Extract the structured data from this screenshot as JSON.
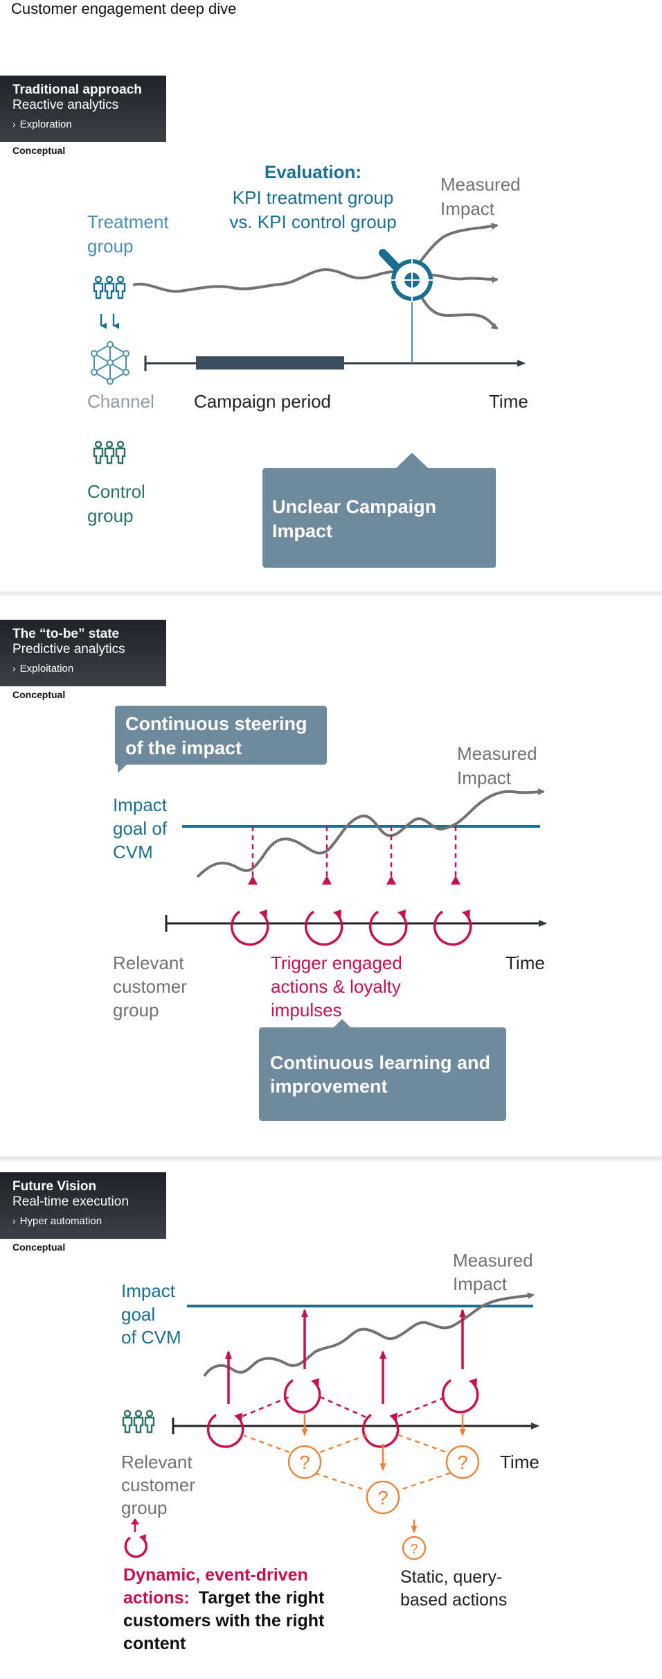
{
  "page_title": "Customer engagement deep dive",
  "panels": [
    {
      "tag_title": "Traditional approach",
      "tag_subtitle": "Reactive analytics",
      "tag_mode": "Exploration",
      "conceptual": "Conceptual",
      "evaluation_title": "Evaluation:",
      "evaluation_line1": "KPI treatment group",
      "evaluation_line2": "vs. KPI control group",
      "measured_line1": "Measured",
      "measured_line2": "Impact",
      "treatment_line1": "Treatment",
      "treatment_line2": "group",
      "channel": "Channel",
      "campaign_period": "Campaign period",
      "time": "Time",
      "control_line1": "Control",
      "control_line2": "group",
      "callout_line1": "Unclear Campaign",
      "callout_line2": "Impact"
    },
    {
      "tag_title": "The “to-be” state",
      "tag_subtitle": "Predictive analytics",
      "tag_mode": "Exploitation",
      "conceptual": "Conceptual",
      "steering_line1": "Continuous steering",
      "steering_line2": "of the impact",
      "measured_line1": "Measured",
      "measured_line2": "Impact",
      "goal_line1": "Impact",
      "goal_line2": "goal of",
      "goal_line3": "CVM",
      "relevant_line1": "Relevant",
      "relevant_line2": "customer",
      "relevant_line3": "group",
      "trigger_line1": "Trigger engaged",
      "trigger_line2": "actions & loyalty",
      "trigger_line3": "impulses",
      "time": "Time",
      "learning_line1": "Continuous learning and",
      "learning_line2": "improvement"
    },
    {
      "tag_title": "Future Vision",
      "tag_subtitle": "Real-time execution",
      "tag_mode": "Hyper automation",
      "conceptual": "Conceptual",
      "measured_line1": "Measured",
      "measured_line2": "Impact",
      "goal_line1": "Impact",
      "goal_line2": "goal",
      "goal_line3": "of CVM",
      "relevant_line1": "Relevant",
      "relevant_line2": "customer",
      "relevant_line3": "group",
      "time": "Time",
      "dynamic_line1": "Dynamic, event-driven",
      "dynamic_line2a": "actions: ",
      "dynamic_line2b": "Target the right",
      "dynamic_line3": "customers with the right",
      "dynamic_line4": "content",
      "static_line1": "Static, query-",
      "static_line2": "based actions",
      "question_mark": "?"
    }
  ],
  "colors": {
    "teal": "#1a6f91",
    "gray_line": "#767171",
    "dark_axis": "#333c44",
    "callout": "#6e8a9c",
    "crimson": "#c8104c",
    "orange": "#ee8033",
    "control_green": "#2b6f66"
  }
}
